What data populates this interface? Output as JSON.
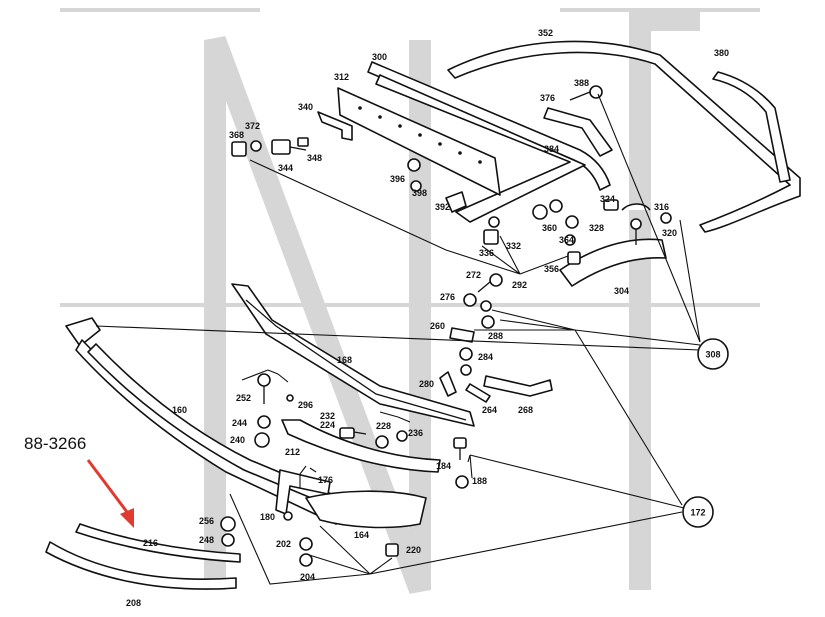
{
  "callout": {
    "part_number": "88-3266",
    "arrow_color": "#e23a2e"
  },
  "part_labels": {
    "l352": "352",
    "l380": "380",
    "l300": "300",
    "l312": "312",
    "l388": "388",
    "l376": "376",
    "l340": "340",
    "l372": "372",
    "l368": "368",
    "l348": "348",
    "l344": "344",
    "l384": "384",
    "l396": "396",
    "l398": "398",
    "l392": "392",
    "l324": "324",
    "l316": "316",
    "l360": "360",
    "l328": "328",
    "l320": "320",
    "l364": "364",
    "l332": "332",
    "l336": "336",
    "l356": "356",
    "l272": "272",
    "l292": "292",
    "l304": "304",
    "l276": "276",
    "l260": "260",
    "l288": "288",
    "l284": "284",
    "l168": "168",
    "l280": "280",
    "l264": "264",
    "l268": "268",
    "l252": "252",
    "l296": "296",
    "l160": "160",
    "l244": "244",
    "l232": "232",
    "l224": "224",
    "l228": "228",
    "l236": "236",
    "l240": "240",
    "l212": "212",
    "l184": "184",
    "l188": "188",
    "l176": "176",
    "l180": "180",
    "l256": "256",
    "l164": "164",
    "l248": "248",
    "l216": "216",
    "l202": "202",
    "l220": "220",
    "l204": "204",
    "l208": "208"
  },
  "circled_labels": {
    "c308": "308",
    "c172": "172"
  }
}
